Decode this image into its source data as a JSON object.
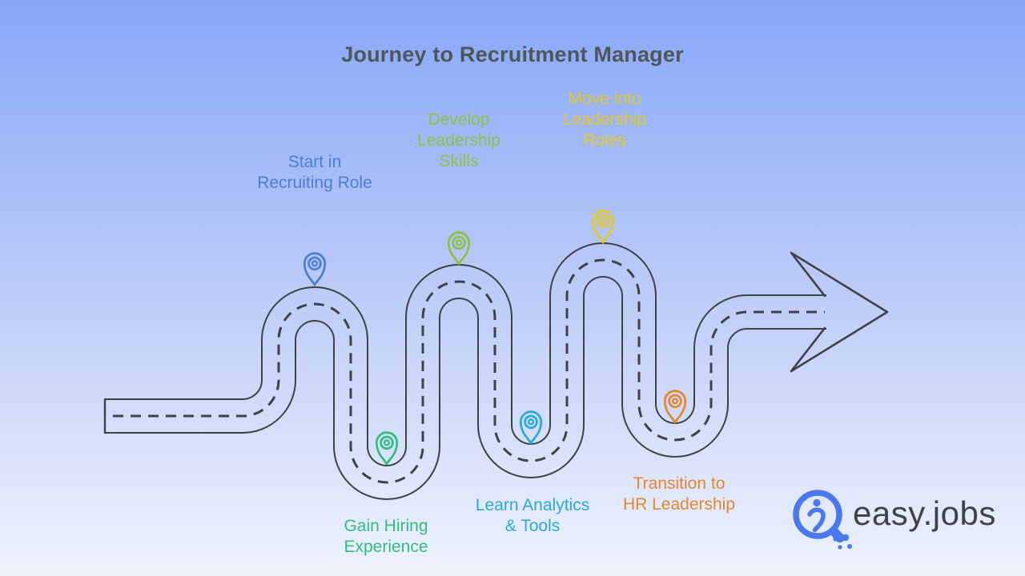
{
  "title": "Journey to Recruitment Manager",
  "colors": {
    "title": "#50555a",
    "road": "#3e4245",
    "background_top": "#86a7f8",
    "background_mid": "#bccbf8",
    "background_bottom": "#eff3fd"
  },
  "milestones": [
    {
      "label": "Start in\nRecruiting Role",
      "color": "#4a7fd9",
      "icon": "map-pin",
      "row": "top"
    },
    {
      "label": "Gain Hiring\nExperience",
      "color": "#33bd7d",
      "icon": "map-pin",
      "row": "bottom"
    },
    {
      "label": "Develop\nLeadership\nSkills",
      "color": "#8dc044",
      "icon": "map-pin",
      "row": "top"
    },
    {
      "label": "Learn Analytics\n& Tools",
      "color": "#2ba9da",
      "icon": "map-pin",
      "row": "bottom"
    },
    {
      "label": "Move into\nLeadership\nRoles",
      "color": "#e6c827",
      "icon": "map-pin",
      "row": "top"
    },
    {
      "label": "Transition to\nHR Leadership",
      "color": "#e1882f",
      "icon": "map-pin",
      "row": "bottom"
    }
  ],
  "logo": {
    "text": "easy.jobs",
    "icon": "magnifier-person",
    "icon_color": "#4a78ee",
    "text_color": "#3e4347"
  }
}
